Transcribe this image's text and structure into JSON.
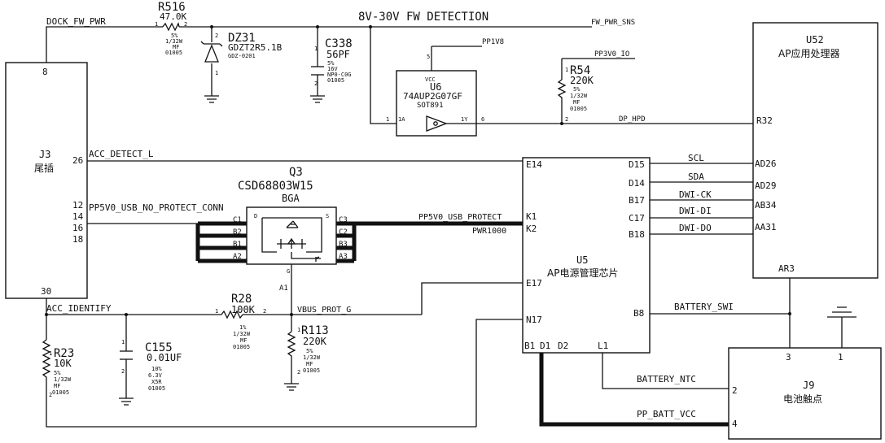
{
  "title": "8V-30V FW DETECTION",
  "nets": {
    "dock_fw_pwr": "DOCK_FW_PWR",
    "fw_pwr_sns": "FW_PWR_SNS",
    "pp1v8": "PP1V8",
    "pp3v0_io": "PP3V0_IO",
    "dp_hpd": "DP_HPD",
    "acc_detect_l": "ACC_DETECT_L",
    "pp5v0_usb_no_protect_conn": "PP5V0_USB_NO_PROTECT_CONN",
    "pp5v0_usb_protect": "PP5V0_USB_PROTECT",
    "pwr1000": "PWR1000",
    "acc_identify": "ACC_IDENTIFY",
    "vbus_prot_g": "VBUS_PROT_G",
    "scl": "SCL",
    "sda": "SDA",
    "dwi_ck": "DWI-CK",
    "dwi_di": "DWI-DI",
    "dwi_do": "DWI-DO",
    "battery_swi": "BATTERY_SWI",
    "battery_ntc": "BATTERY_NTC",
    "pp_batt_vcc": "PP_BATT_VCC"
  },
  "components": {
    "r516": {
      "ref": "R516",
      "value": "47.0K",
      "p1": "1",
      "p2": "2",
      "s1": "5%",
      "s2": "1/32W",
      "s3": "MF",
      "s4": "01005"
    },
    "dz31": {
      "ref": "DZ31",
      "value": "GDZT2R5.1B",
      "pkg": "GDZ-0201",
      "p1": "1",
      "p2": "2"
    },
    "c338": {
      "ref": "C338",
      "value": "56PF",
      "p1": "1",
      "p2": "2",
      "s1": "5%",
      "s2": "16V",
      "s3": "NP0-C0G",
      "s4": "01005"
    },
    "u6": {
      "ref": "U6",
      "part": "74AUP2G07GF",
      "pkg": "SOT891",
      "vcc": "VCC",
      "vcc_pin": "5",
      "in_pin": "1",
      "in_name": "1A",
      "out_pin": "6",
      "out_name": "1Y"
    },
    "r54": {
      "ref": "R54",
      "value": "220K",
      "p1": "1",
      "p2": "2",
      "s1": "5%",
      "s2": "1/32W",
      "s3": "MF",
      "s4": "01005"
    },
    "q3": {
      "ref": "Q3",
      "part": "CSD68803W15",
      "pkg": "BGA",
      "g_pin": "A1",
      "d": "D",
      "s": "S",
      "g": "G",
      "pins_left": [
        "C1",
        "B2",
        "B1",
        "A2"
      ],
      "pins_right": [
        "C3",
        "C2",
        "B3",
        "A3"
      ]
    },
    "r28": {
      "ref": "R28",
      "value": "100K",
      "p1": "1",
      "p2": "2",
      "s1": "1%",
      "s2": "1/32W",
      "s3": "MF",
      "s4": "01005"
    },
    "r113": {
      "ref": "R113",
      "value": "220K",
      "p1": "1",
      "p2": "2",
      "s1": "5%",
      "s2": "1/32W",
      "s3": "MF",
      "s4": "01005"
    },
    "r23": {
      "ref": "R23",
      "value": "10K",
      "p1": "1",
      "p2": "2",
      "s1": "5%",
      "s2": "1/32W",
      "s3": "MF",
      "s4": "01005"
    },
    "c155": {
      "ref": "C155",
      "value": "0.01UF",
      "p1": "1",
      "p2": "2",
      "s1": "10%",
      "s2": "6.3V",
      "s3": "X5R",
      "s4": "01005"
    }
  },
  "blocks": {
    "j3": {
      "ref": "J3",
      "name": "尾插",
      "pins": {
        "p8": "8",
        "p26": "26",
        "p12": "12",
        "p14": "14",
        "p16": "16",
        "p18": "18",
        "p30": "30"
      }
    },
    "u5": {
      "ref": "U5",
      "name": "AP电源管理芯片",
      "pins": {
        "e14": "E14",
        "k1": "K1",
        "k2": "K2",
        "e17": "E17",
        "n17": "N17",
        "b1": "B1",
        "d1": "D1",
        "d2": "D2",
        "l1": "L1",
        "d15": "D15",
        "d14": "D14",
        "b17": "B17",
        "c17": "C17",
        "b18": "B18",
        "b8": "B8"
      }
    },
    "u52": {
      "ref": "U52",
      "name": "AP应用处理器",
      "pins": {
        "r32": "R32",
        "ad26": "AD26",
        "ad29": "AD29",
        "ab34": "AB34",
        "aa31": "AA31",
        "ar3": "AR3"
      }
    },
    "j9": {
      "ref": "J9",
      "name": "电池触点",
      "pins": {
        "p2": "2",
        "p3": "3",
        "p1": "1",
        "p4": "4"
      }
    }
  }
}
